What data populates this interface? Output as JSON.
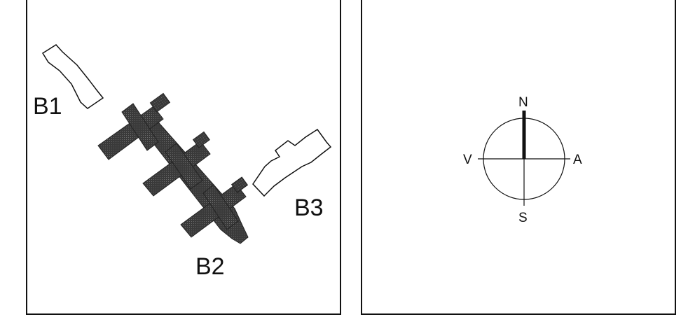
{
  "plan": {
    "labels": {
      "b1": "B1",
      "b2": "B2",
      "b3": "B3"
    },
    "colors": {
      "ink": "#111111",
      "fill_dark": "#3a3a3a",
      "fill_light": "#ffffff"
    }
  },
  "compass": {
    "labels": {
      "north": "N",
      "south": "S",
      "west": "V",
      "east": "A"
    },
    "needle_color": "#111111"
  }
}
